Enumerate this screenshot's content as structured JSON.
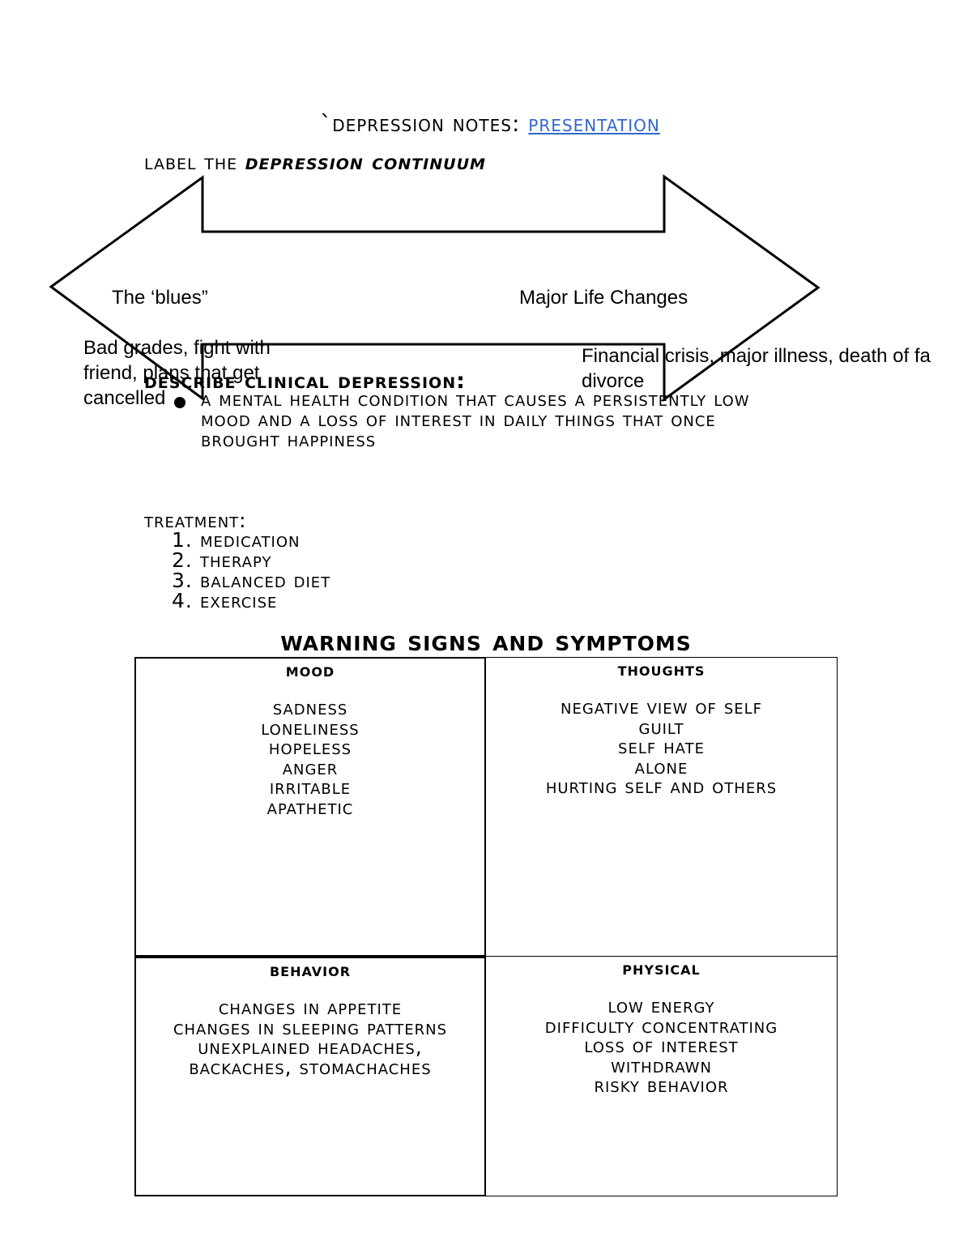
{
  "title": {
    "prefix": "`Depression Notes: ",
    "link_text": "Presentation "
  },
  "continuum": {
    "label_prefix": "Label the ",
    "label_emph": "Depression Continuum",
    "left_label": "The ‘blues”",
    "right_label": "Major Life Changes",
    "left_examples": "Bad grades, fight with friend, plans that get cancelled",
    "right_examples_line1": "Financial crisis, major illness, death of fa",
    "right_examples_line2": "divorce"
  },
  "describe": {
    "heading": "Describe clinical Depression:",
    "text": "a mental health condition that causes a persistently low  mood and a loss of interest in daily things that once brought happiness"
  },
  "treatment": {
    "heading": "Treatment:",
    "items": [
      {
        "num": "1.",
        "label": "Medication"
      },
      {
        "num": "2.",
        "label": "Therapy"
      },
      {
        "num": "3.",
        "label": "Balanced diet"
      },
      {
        "num": "4.",
        "label": "exercise"
      }
    ]
  },
  "warning": {
    "heading": "Warning Signs and Symptoms",
    "cells": {
      "mood": {
        "title": "MOOD",
        "items": [
          "Sadness",
          "Loneliness",
          "Hopeless",
          "Anger",
          "Irritable",
          "Apathetic"
        ]
      },
      "thoughts": {
        "title": "THOUGHTS",
        "items": [
          "Negative view of self",
          "Guilt",
          "Self hate",
          "Alone",
          "Hurting self and others"
        ]
      },
      "behavior": {
        "title": "Behavior",
        "items": [
          "Changes in appetite",
          "Changes in sleeping patterns",
          "Unexplained headaches, backaches, stomachaches"
        ]
      },
      "physical": {
        "title": "Physical",
        "items": [
          "Low energy",
          "Difficulty concentrating",
          "Loss of interest",
          "Withdrawn",
          "Risky behavior"
        ]
      }
    }
  }
}
